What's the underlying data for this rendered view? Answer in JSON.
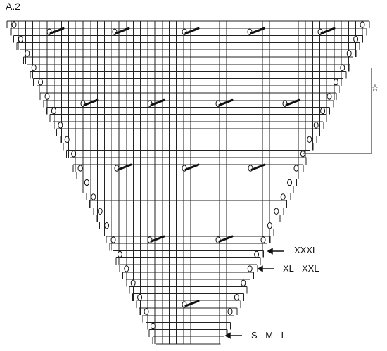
{
  "title": "A.2",
  "repeat_marker": "☆",
  "size_labels": {
    "xxxl": "XXXL",
    "xl_xxl": "XL - XXL",
    "s_m_l": "S - M - L"
  },
  "symbols": {
    "yarn_over": "yarn-over-icon",
    "decrease": "decrease-icon",
    "arrow": "arrow-left-icon",
    "star": "star-icon"
  }
}
